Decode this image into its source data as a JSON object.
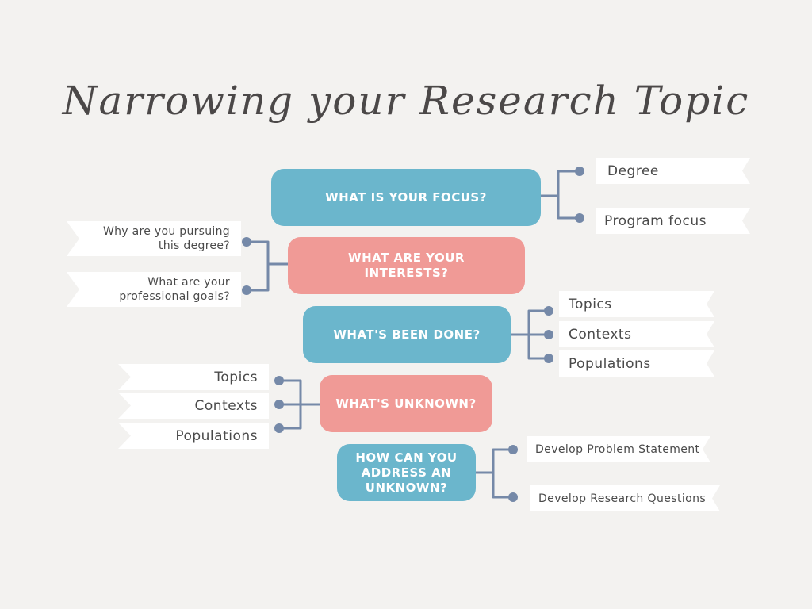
{
  "title": "Narrowing your Research Topic",
  "colors": {
    "background": "#f3f2f0",
    "teal": "#6bb6cc",
    "pink": "#f09a96",
    "connector": "#7589a8",
    "text": "#4a4a4a"
  },
  "boxes": [
    {
      "label": "WHAT IS YOUR FOCUS?"
    },
    {
      "label": "WHAT ARE YOUR INTERESTS?"
    },
    {
      "label": "WHAT'S BEEN DONE?"
    },
    {
      "label": "WHAT'S UNKNOWN?"
    },
    {
      "label": "HOW CAN YOU ADDRESS AN UNKNOWN?"
    }
  ],
  "focus_items": [
    "Degree",
    "Program focus"
  ],
  "interest_items": [
    "Why are you pursuing this degree?",
    "What are your professional goals?"
  ],
  "done_items": [
    "Topics",
    "Contexts",
    "Populations"
  ],
  "unknown_items": [
    "Topics",
    "Contexts",
    "Populations"
  ],
  "address_items": [
    "Develop Problem Statement",
    "Develop Research Questions"
  ]
}
